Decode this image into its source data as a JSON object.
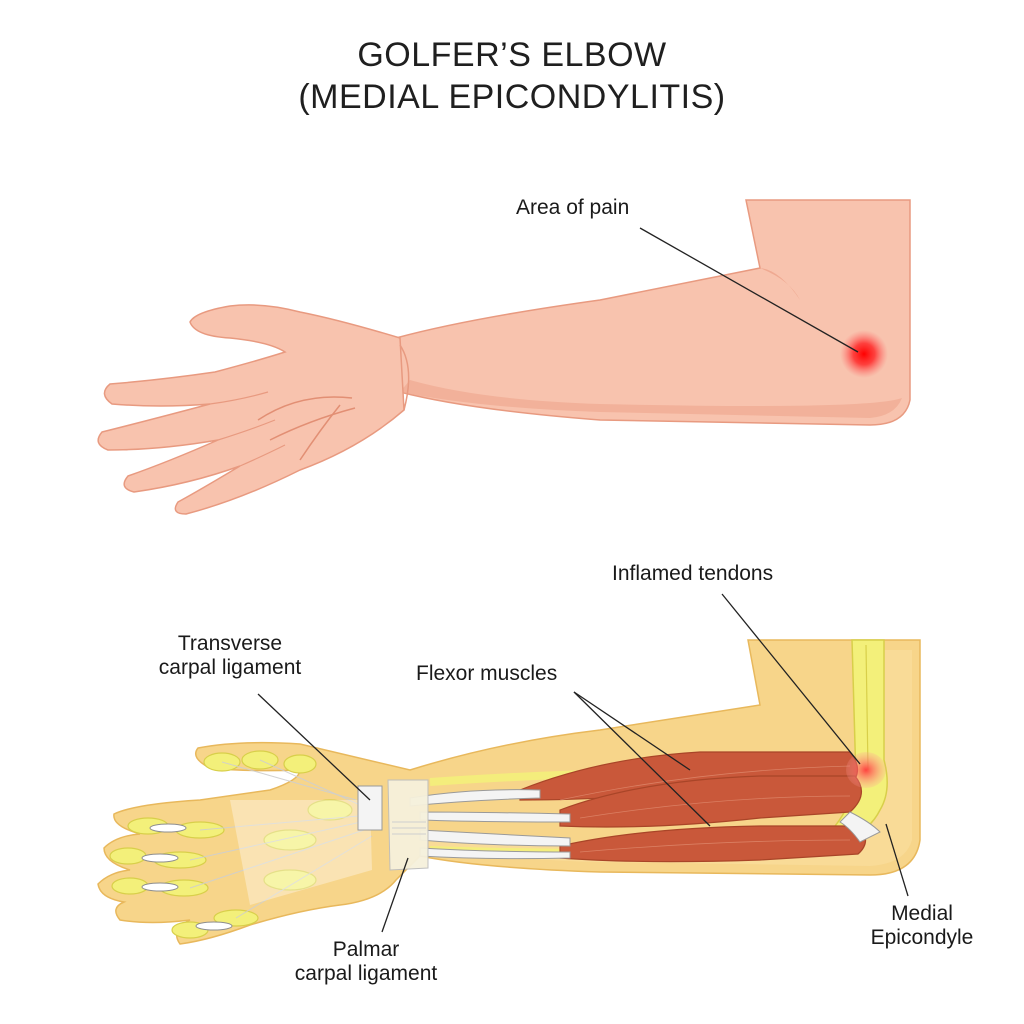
{
  "title": {
    "line1": "GOLFER’S ELBOW",
    "line2": "(MEDIAL EPICONDYLITIS)"
  },
  "labels": {
    "area_of_pain": "Area of pain",
    "inflamed_tendons": "Inflamed tendons",
    "flexor_muscles": "Flexor muscles",
    "transverse_line1": "Transverse",
    "transverse_line2": "carpal ligament",
    "palmar_line1": "Palmar",
    "palmar_line2": "carpal ligament",
    "medial_line1": "Medial",
    "medial_line2": "Epicondyle"
  },
  "colors": {
    "skin": "#f8c3ae",
    "skin_shadow": "#efa991",
    "skin_outline": "#e89a80",
    "pain": "#ff1a1a",
    "tissue": "#f7d58a",
    "tissue_outline": "#e8b85c",
    "bone": "#f3f07a",
    "muscle": "#c9583a",
    "tendon": "#f4f4f4",
    "ligament": "#f6f1dc"
  }
}
